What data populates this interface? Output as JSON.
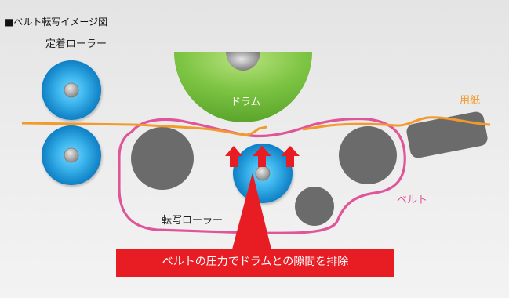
{
  "caption": "■ベルト転写イメージ図",
  "labels": {
    "fixing_roller": "定着ローラー",
    "drum": "ドラム",
    "paper": "用紙",
    "belt": "ベルト",
    "transfer_roller": "転写ローラー"
  },
  "callout": {
    "text": "ベルトの圧力でドラムとの隙間を排除"
  },
  "colors": {
    "background": "#e8e8e8",
    "drum": "#7dc443",
    "roller_blue": "#1e9fe0",
    "gray_roller": "#6b6b6b",
    "paper_line": "#f39a2d",
    "belt_line": "#e0559a",
    "callout": "#e81c23",
    "arrow": "#e81c23"
  }
}
